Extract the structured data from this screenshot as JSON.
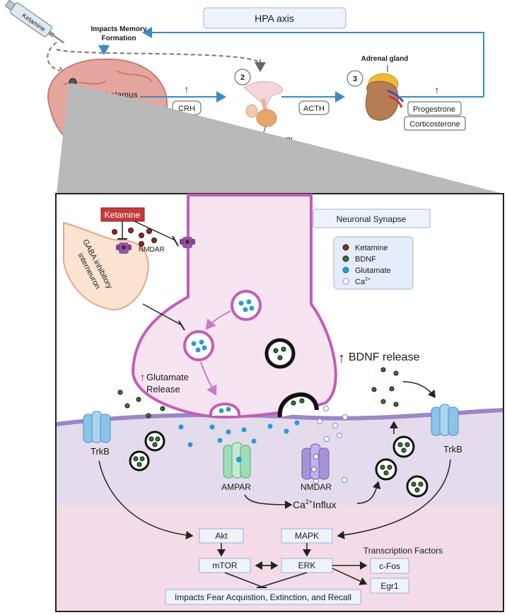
{
  "hpa": {
    "title": "HPA axis",
    "syringe": "Ketamine",
    "memory": [
      "Impacts Memory",
      "Formation"
    ],
    "hypothalamus": "Hypothalamus",
    "crh": "CRH",
    "step2": "2",
    "step3": "3",
    "pituitary": "Anterior pituitary",
    "acth": "ACTH",
    "adrenal": "Adrenal gland",
    "progestrone": "Progestrone",
    "corticosterone": "Corticosterone",
    "up_arrow_glyph": "↑"
  },
  "synapse": {
    "title": "Neuronal Synapse",
    "ketamine_box": "Ketamine",
    "nmdar_top": "NMDAR",
    "gaba": [
      "GABA inhibitory",
      "interneuron"
    ],
    "glutamate_release": [
      "Glutamate",
      "Release"
    ],
    "bdnf_release": "BDNF release",
    "legend": [
      {
        "label": "Ketamine",
        "color": "#8b2a2a"
      },
      {
        "label": "BDNF",
        "color": "#2f7a2f"
      },
      {
        "label": "Glutamate",
        "color": "#2a9ad6"
      },
      {
        "label": "Ca",
        "sup": "2+",
        "color": "#ffffff"
      }
    ],
    "trkb_left": "TrkB",
    "trkb_right": "TrkB",
    "ampar": "AMPAR",
    "nmdar_bottom": "NMDAR",
    "ca_influx": {
      "pre": "Ca",
      "sup": "2+",
      "post": "Influx"
    }
  },
  "signaling": {
    "akt": "Akt",
    "mapk": "MAPK",
    "mtor": "mTOR",
    "erk": "ERK",
    "tf_header": "Transcription Factors",
    "cfos": "c-Fos",
    "egr1": "Egr1",
    "impacts": "Impacts Fear Acquistion, Extinction, and Recall"
  }
}
